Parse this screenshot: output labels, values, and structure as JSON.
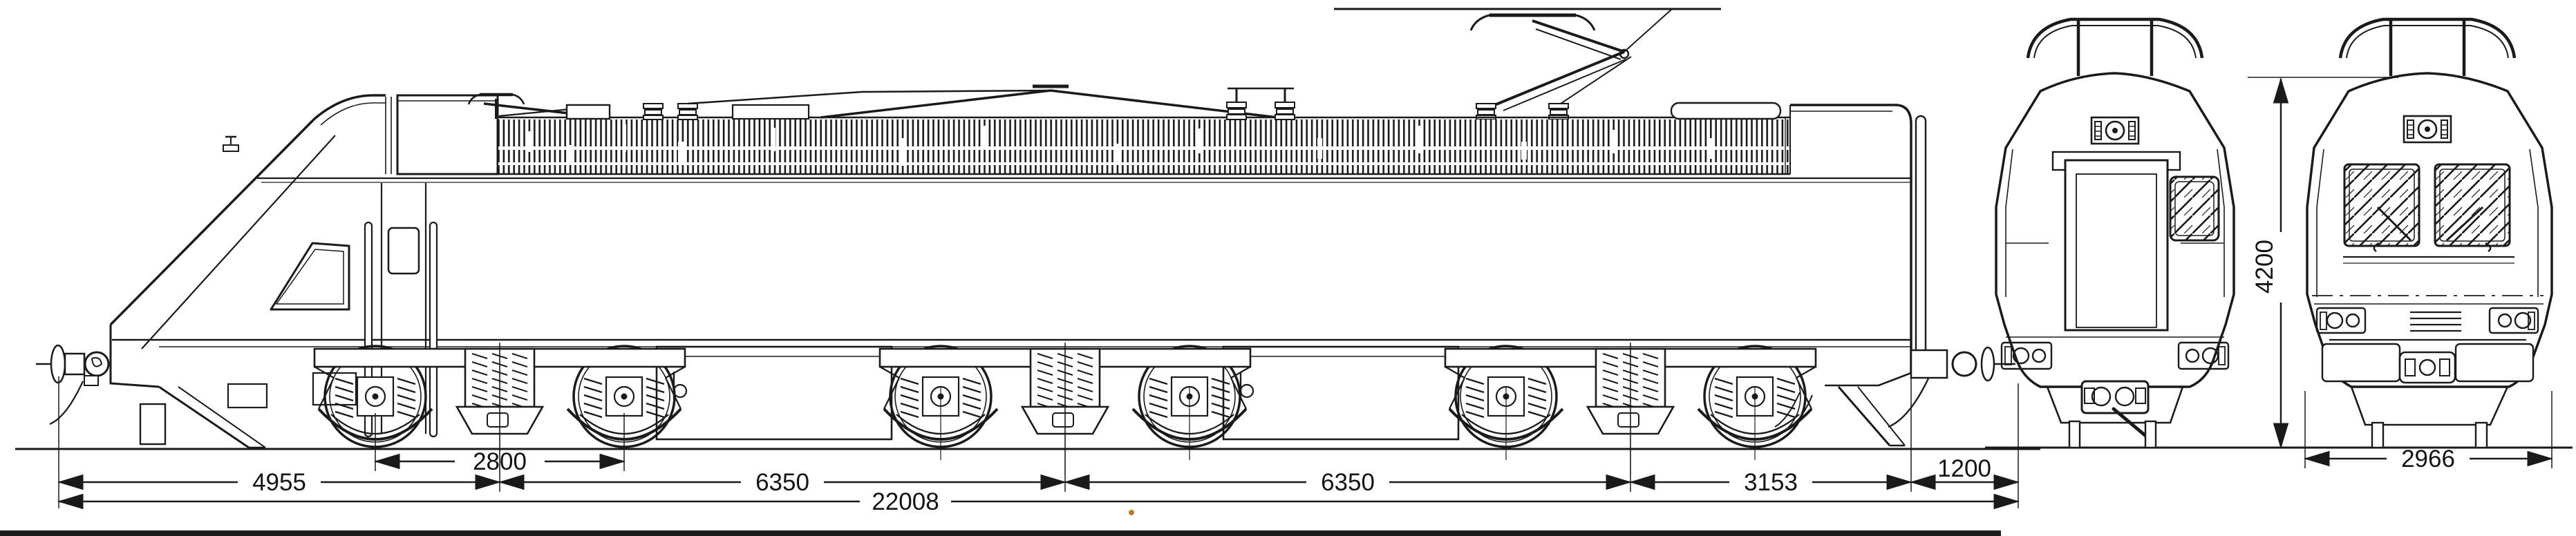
{
  "meta": {
    "drawing_type": "technical three-view dimensional drawing",
    "subject": "six-axle electric locomotive",
    "units": "mm",
    "views": [
      "side elevation",
      "rear end view",
      "front end view"
    ]
  },
  "colors": {
    "ink": "#1a1a1a",
    "paper": "#ffffff",
    "scan_edge": "#1c1c1c",
    "speck": "#b97a2a"
  },
  "dimensions": {
    "side_view": {
      "bogie_wheelbase": "2800",
      "front_overhang": "4955",
      "bogie_spacing_1": "6350",
      "bogie_spacing_2": "6350",
      "rear_section": "3153",
      "rear_overhang": "1200",
      "total_length": "22008"
    },
    "end_views": {
      "height": "4200",
      "width": "2966"
    }
  }
}
